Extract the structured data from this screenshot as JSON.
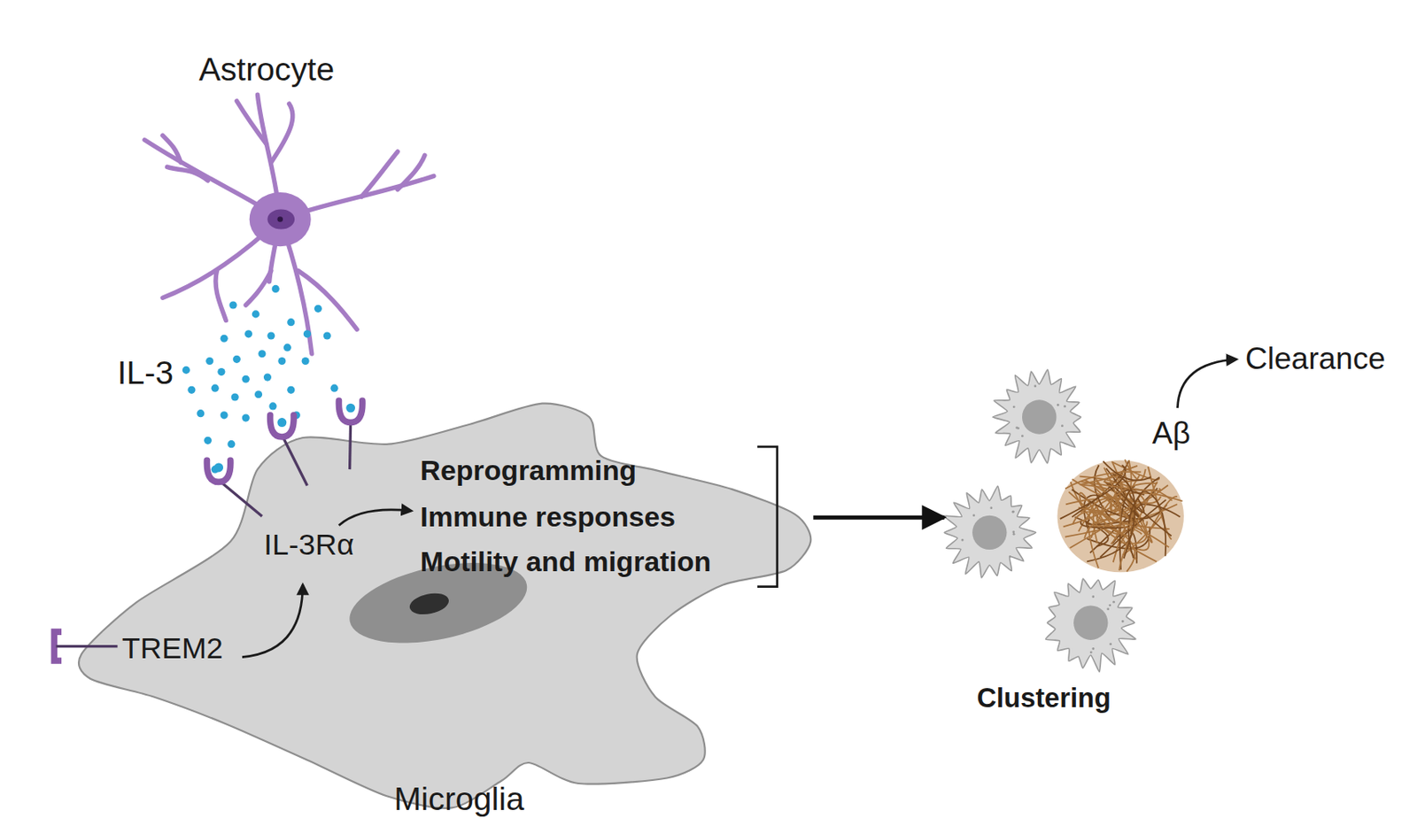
{
  "diagram": {
    "nodes": [
      {
        "text": [
          "Astrocyte"
        ]
      },
      {
        "text": [
          "Microglia"
        ]
      },
      {
        "text": [
          "Clustering"
        ]
      }
    ],
    "edges": [
      {
        "from": 1,
        "to": 2,
        "arrow": "to"
      }
    ],
    "labels": [
      "IL-3",
      "IL-3Rα",
      "Reprogramming",
      "Immune responses",
      "Motility and migration",
      "TREM2",
      "Aβ",
      "Clearance"
    ]
  }
}
